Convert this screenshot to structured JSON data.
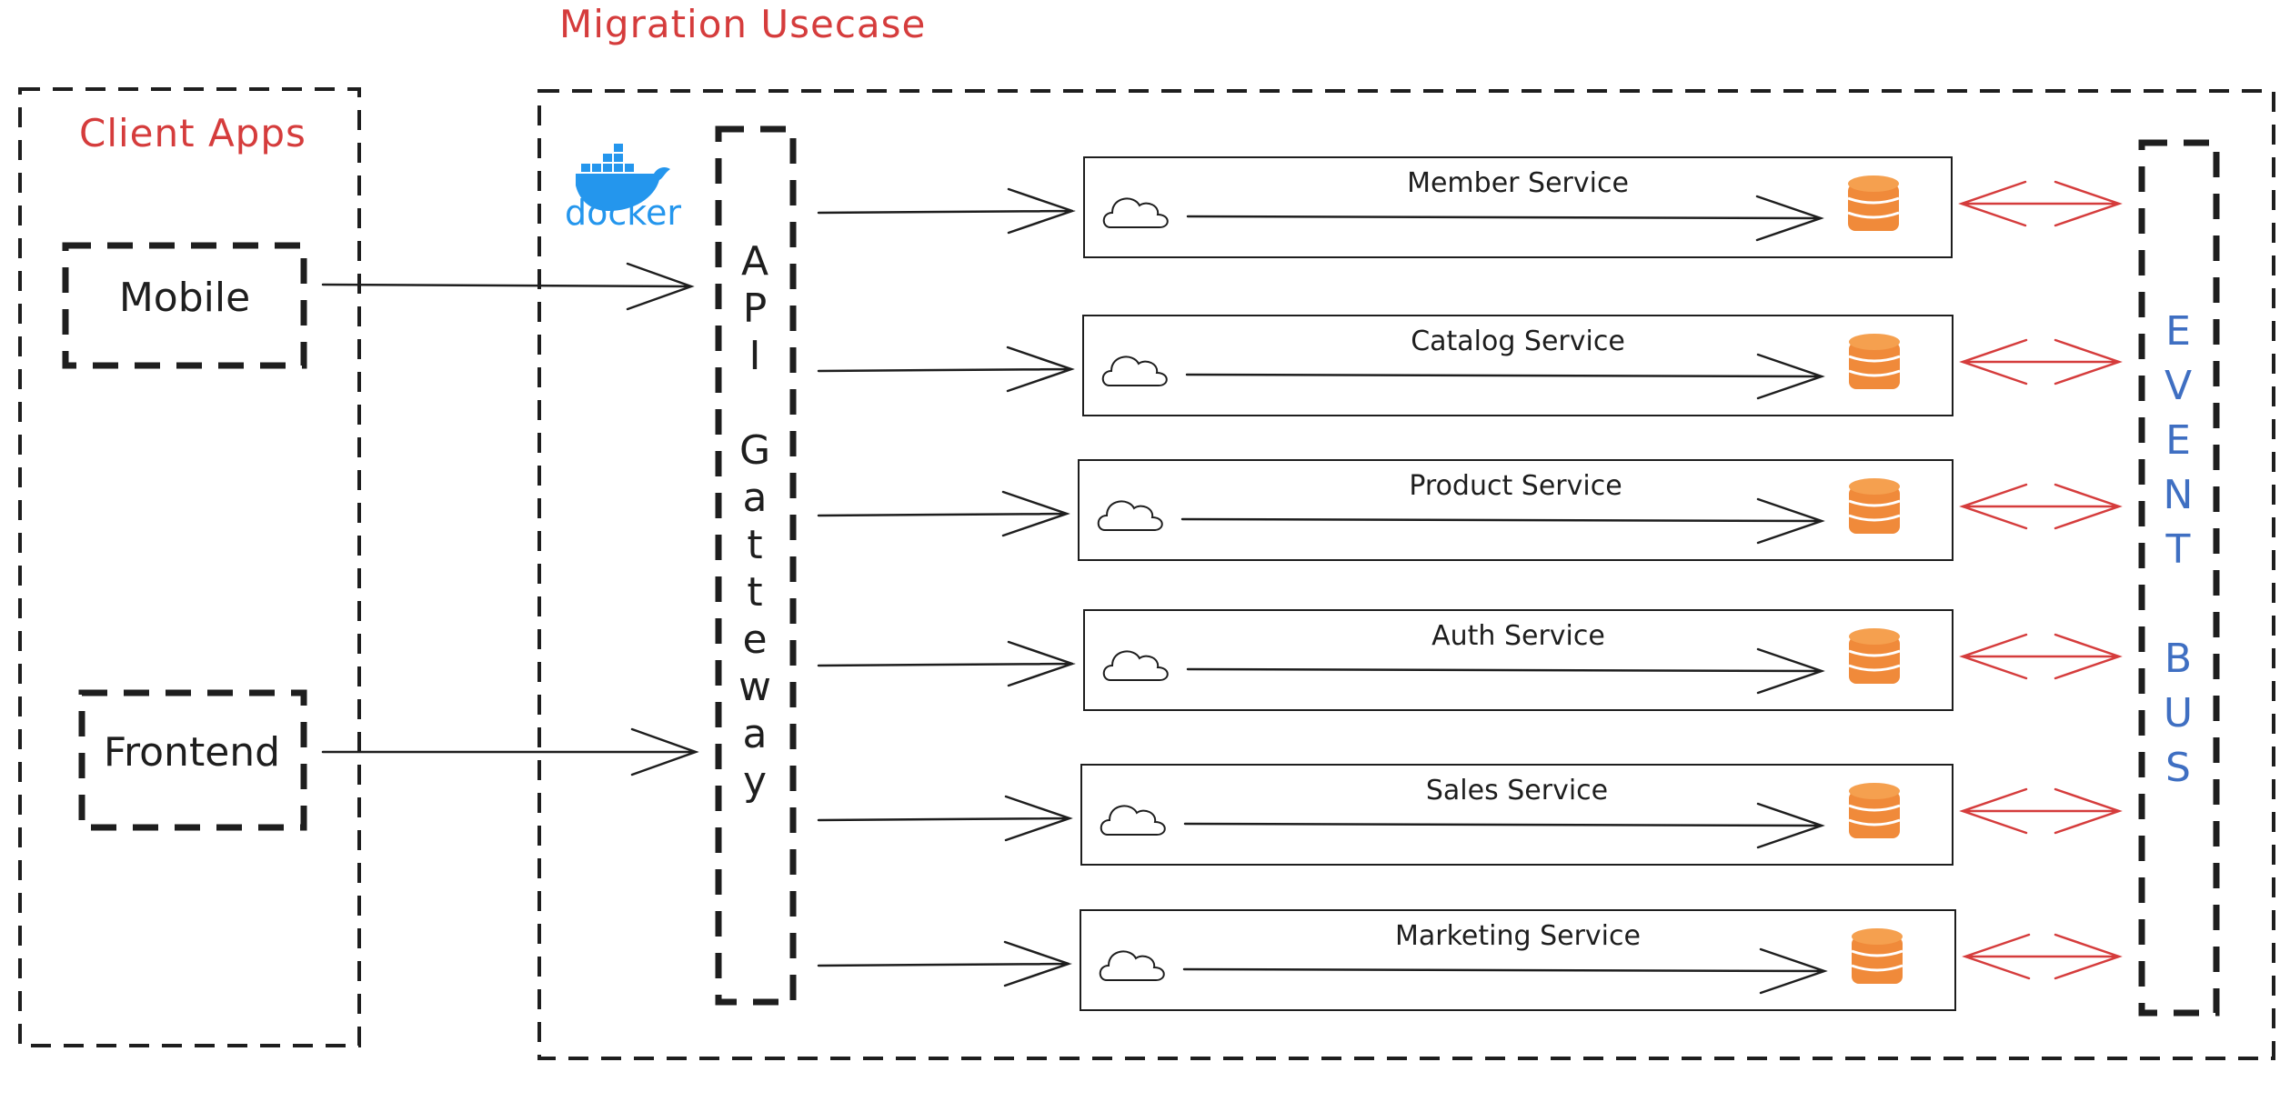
{
  "diagram": {
    "title": "Migration Usecase",
    "client_apps": {
      "title": "Client Apps",
      "items": [
        "Mobile",
        "Frontend"
      ]
    },
    "docker": {
      "label": "docker",
      "icon": "docker-whale-icon",
      "color": "#2496ed"
    },
    "gateway": {
      "letters": [
        "A",
        "P",
        "I",
        "",
        "G",
        "a",
        "t",
        "t",
        "e",
        "w",
        "a",
        "y"
      ]
    },
    "services": [
      {
        "name": "Member Service"
      },
      {
        "name": "Catalog Service"
      },
      {
        "name": "Product Service"
      },
      {
        "name": "Auth Service"
      },
      {
        "name": "Sales Service"
      },
      {
        "name": "Marketing Service"
      }
    ],
    "event_bus": {
      "letters": [
        "E",
        "V",
        "E",
        "N",
        "T",
        "",
        "B",
        "U",
        "S"
      ]
    },
    "icons": {
      "cloud": "cloud-icon",
      "database": "database-icon"
    },
    "colors": {
      "title_red": "#d53c3c",
      "bus_blue": "#3f6fc2",
      "db_orange": "#f08a3a",
      "bidirectional_arrow": "#d53c3c",
      "stroke": "#1e1e1e"
    }
  }
}
